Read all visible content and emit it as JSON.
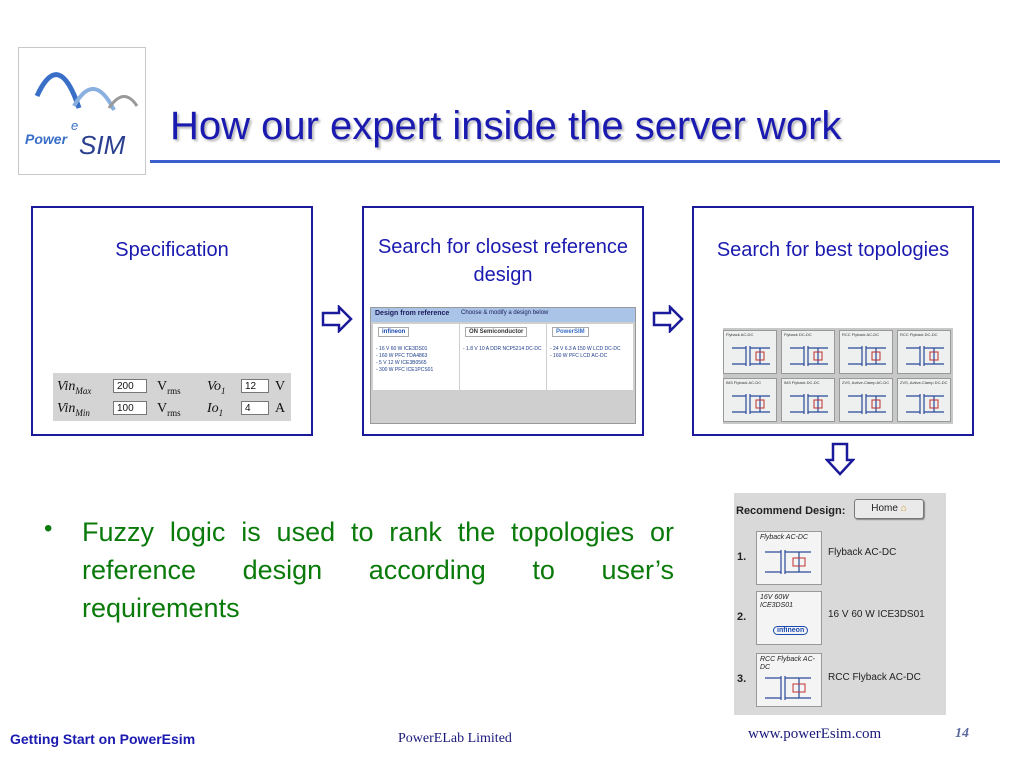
{
  "logo": {
    "text_power": "Power",
    "text_e": "e",
    "text_sim": "SIM"
  },
  "title": "How our expert inside the server work",
  "steps": [
    {
      "label": "Specification"
    },
    {
      "label": "Search for closest reference design"
    },
    {
      "label": "Search for best topologies"
    }
  ],
  "spec": {
    "rows": [
      {
        "var": "Vin",
        "sub": "Max",
        "value": "200",
        "unit": "V",
        "unit_sub": "rms",
        "var2": "Vo",
        "sub2": "1",
        "value2": "12",
        "unit2": "V"
      },
      {
        "var": "Vin",
        "sub": "Min",
        "value": "100",
        "unit": "V",
        "unit_sub": "rms",
        "var2": "Io",
        "sub2": "1",
        "value2": "4",
        "unit2": "A"
      }
    ]
  },
  "reference": {
    "header_left": "Design from reference",
    "header_right": "Choose & modify a design below",
    "columns": [
      {
        "logo": "infineon",
        "items": [
          "- 16 V 60 W ICE3DS01",
          "- 160 W PFC TDA4863",
          "- 5 V 12 W ICE3B0565",
          "- 300 W PFC ICE1PCS01"
        ]
      },
      {
        "logo": "ON Semiconductor",
        "items": [
          "- 1.8 V 10 A DDR NCP5214 DC-DC"
        ]
      },
      {
        "logo": "PowerSIM",
        "items": [
          "- 24 V 6.3 A 150 W LCD DC-DC",
          "- 160 W PFC LCD AC-DC"
        ]
      }
    ]
  },
  "topologies": [
    "Flyback AC-DC",
    "Flyback DC-DC",
    "RCC Flyback AC-DC",
    "RCC Flyback DC-DC",
    "IM3 Flyback AC-DC",
    "IM3 Flyback DC-DC",
    "ZVS, Active-Clamp AC-DC",
    "ZVS, Active-Clamp DC-DC"
  ],
  "recommend": {
    "title": "Recommend Design:",
    "home_label": "Home",
    "items": [
      {
        "num": "1.",
        "thumb": "Flyback AC-DC",
        "name": "Flyback AC-DC"
      },
      {
        "num": "2.",
        "thumb": "16V 60W ICE3DS01",
        "name": "16 V 60 W ICE3DS01"
      },
      {
        "num": "3.",
        "thumb": "RCC Flyback AC-DC",
        "name": "RCC Flyback AC-DC"
      }
    ]
  },
  "bullet": "Fuzzy logic is used to rank the topologies or reference design according to user’s requirements",
  "footer": {
    "left": "Getting Start on PowerEsim",
    "center": "PowerELab Limited",
    "url": "www.powerEsim.com",
    "page": "14"
  },
  "colors": {
    "title": "#1a1ab0",
    "bullet": "#0a7a0a",
    "rule": "#3b5fcf",
    "box_border": "#1a1a9a"
  }
}
